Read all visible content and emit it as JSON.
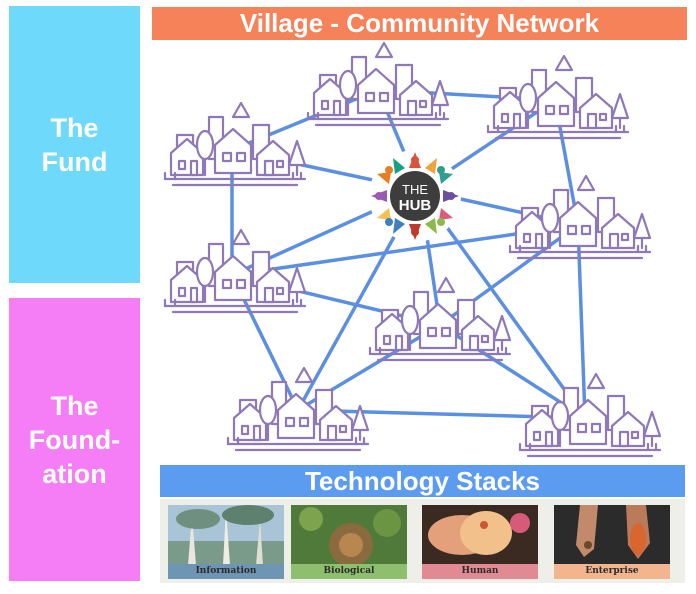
{
  "left_panels": {
    "fund_label": "The\nFund",
    "foundation_label": "The\nFound-\nation"
  },
  "header": {
    "title": "Village - Community Network"
  },
  "hub": {
    "line1": "THE",
    "line2": "HUB",
    "icon": "hub-people-circle-icon"
  },
  "network": {
    "node_icon": "village-houses-icon",
    "link_color": "#5b8fe0",
    "node_color": "#8e78b8"
  },
  "stacks": {
    "title": "Technology Stacks",
    "items": [
      {
        "label": "Information",
        "label_color": "#6f95b4"
      },
      {
        "label": "Biological",
        "label_color": "#8dbf6e"
      },
      {
        "label": "Human",
        "label_color": "#e28a93"
      },
      {
        "label": "Enterprise",
        "label_color": "#f2b58e"
      }
    ]
  },
  "colors": {
    "fund": "#6ed9fb",
    "foundation": "#f57df5",
    "header": "#f6825a",
    "stacks": "#5b9bf0"
  }
}
